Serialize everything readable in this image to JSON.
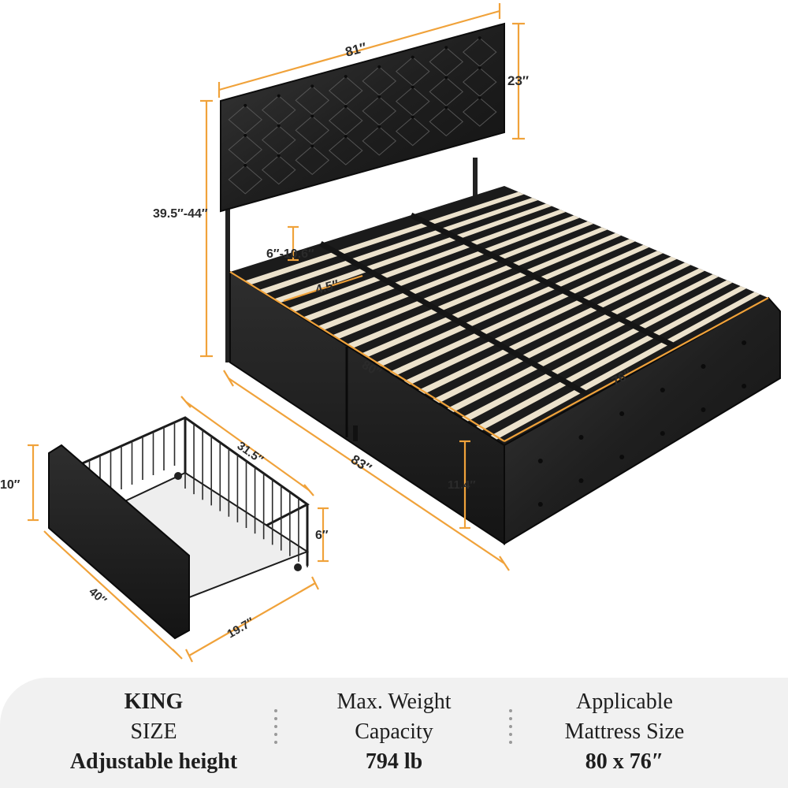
{
  "dimensions": {
    "headboard_width": "81″",
    "headboard_height": "23″",
    "overall_height": "39.5″-44″",
    "headboard_adjust": "6″-10.6″",
    "slat_gap": "4.5″",
    "inner_length": "80″",
    "inner_width": "76″",
    "outer_length": "83″",
    "frame_height": "11.4″",
    "drawer_width": "31.5″",
    "drawer_height": "10″",
    "drawer_inner_height": "6″",
    "drawer_length": "40″",
    "drawer_depth": "19.7″"
  },
  "specs": [
    {
      "line1": "KING",
      "line2": "SIZE",
      "line3": "Adjustable height"
    },
    {
      "line1": "Max. Weight",
      "line2": "Capacity",
      "line3": "794 lb"
    },
    {
      "line1": "Applicable",
      "line2": "Mattress Size",
      "line3": "80 x 76″"
    }
  ],
  "colors": {
    "accent": "#f0a23a",
    "frame": "#1c1c1c",
    "slat": "#ece2cc",
    "footer": "#f1f1f1"
  }
}
